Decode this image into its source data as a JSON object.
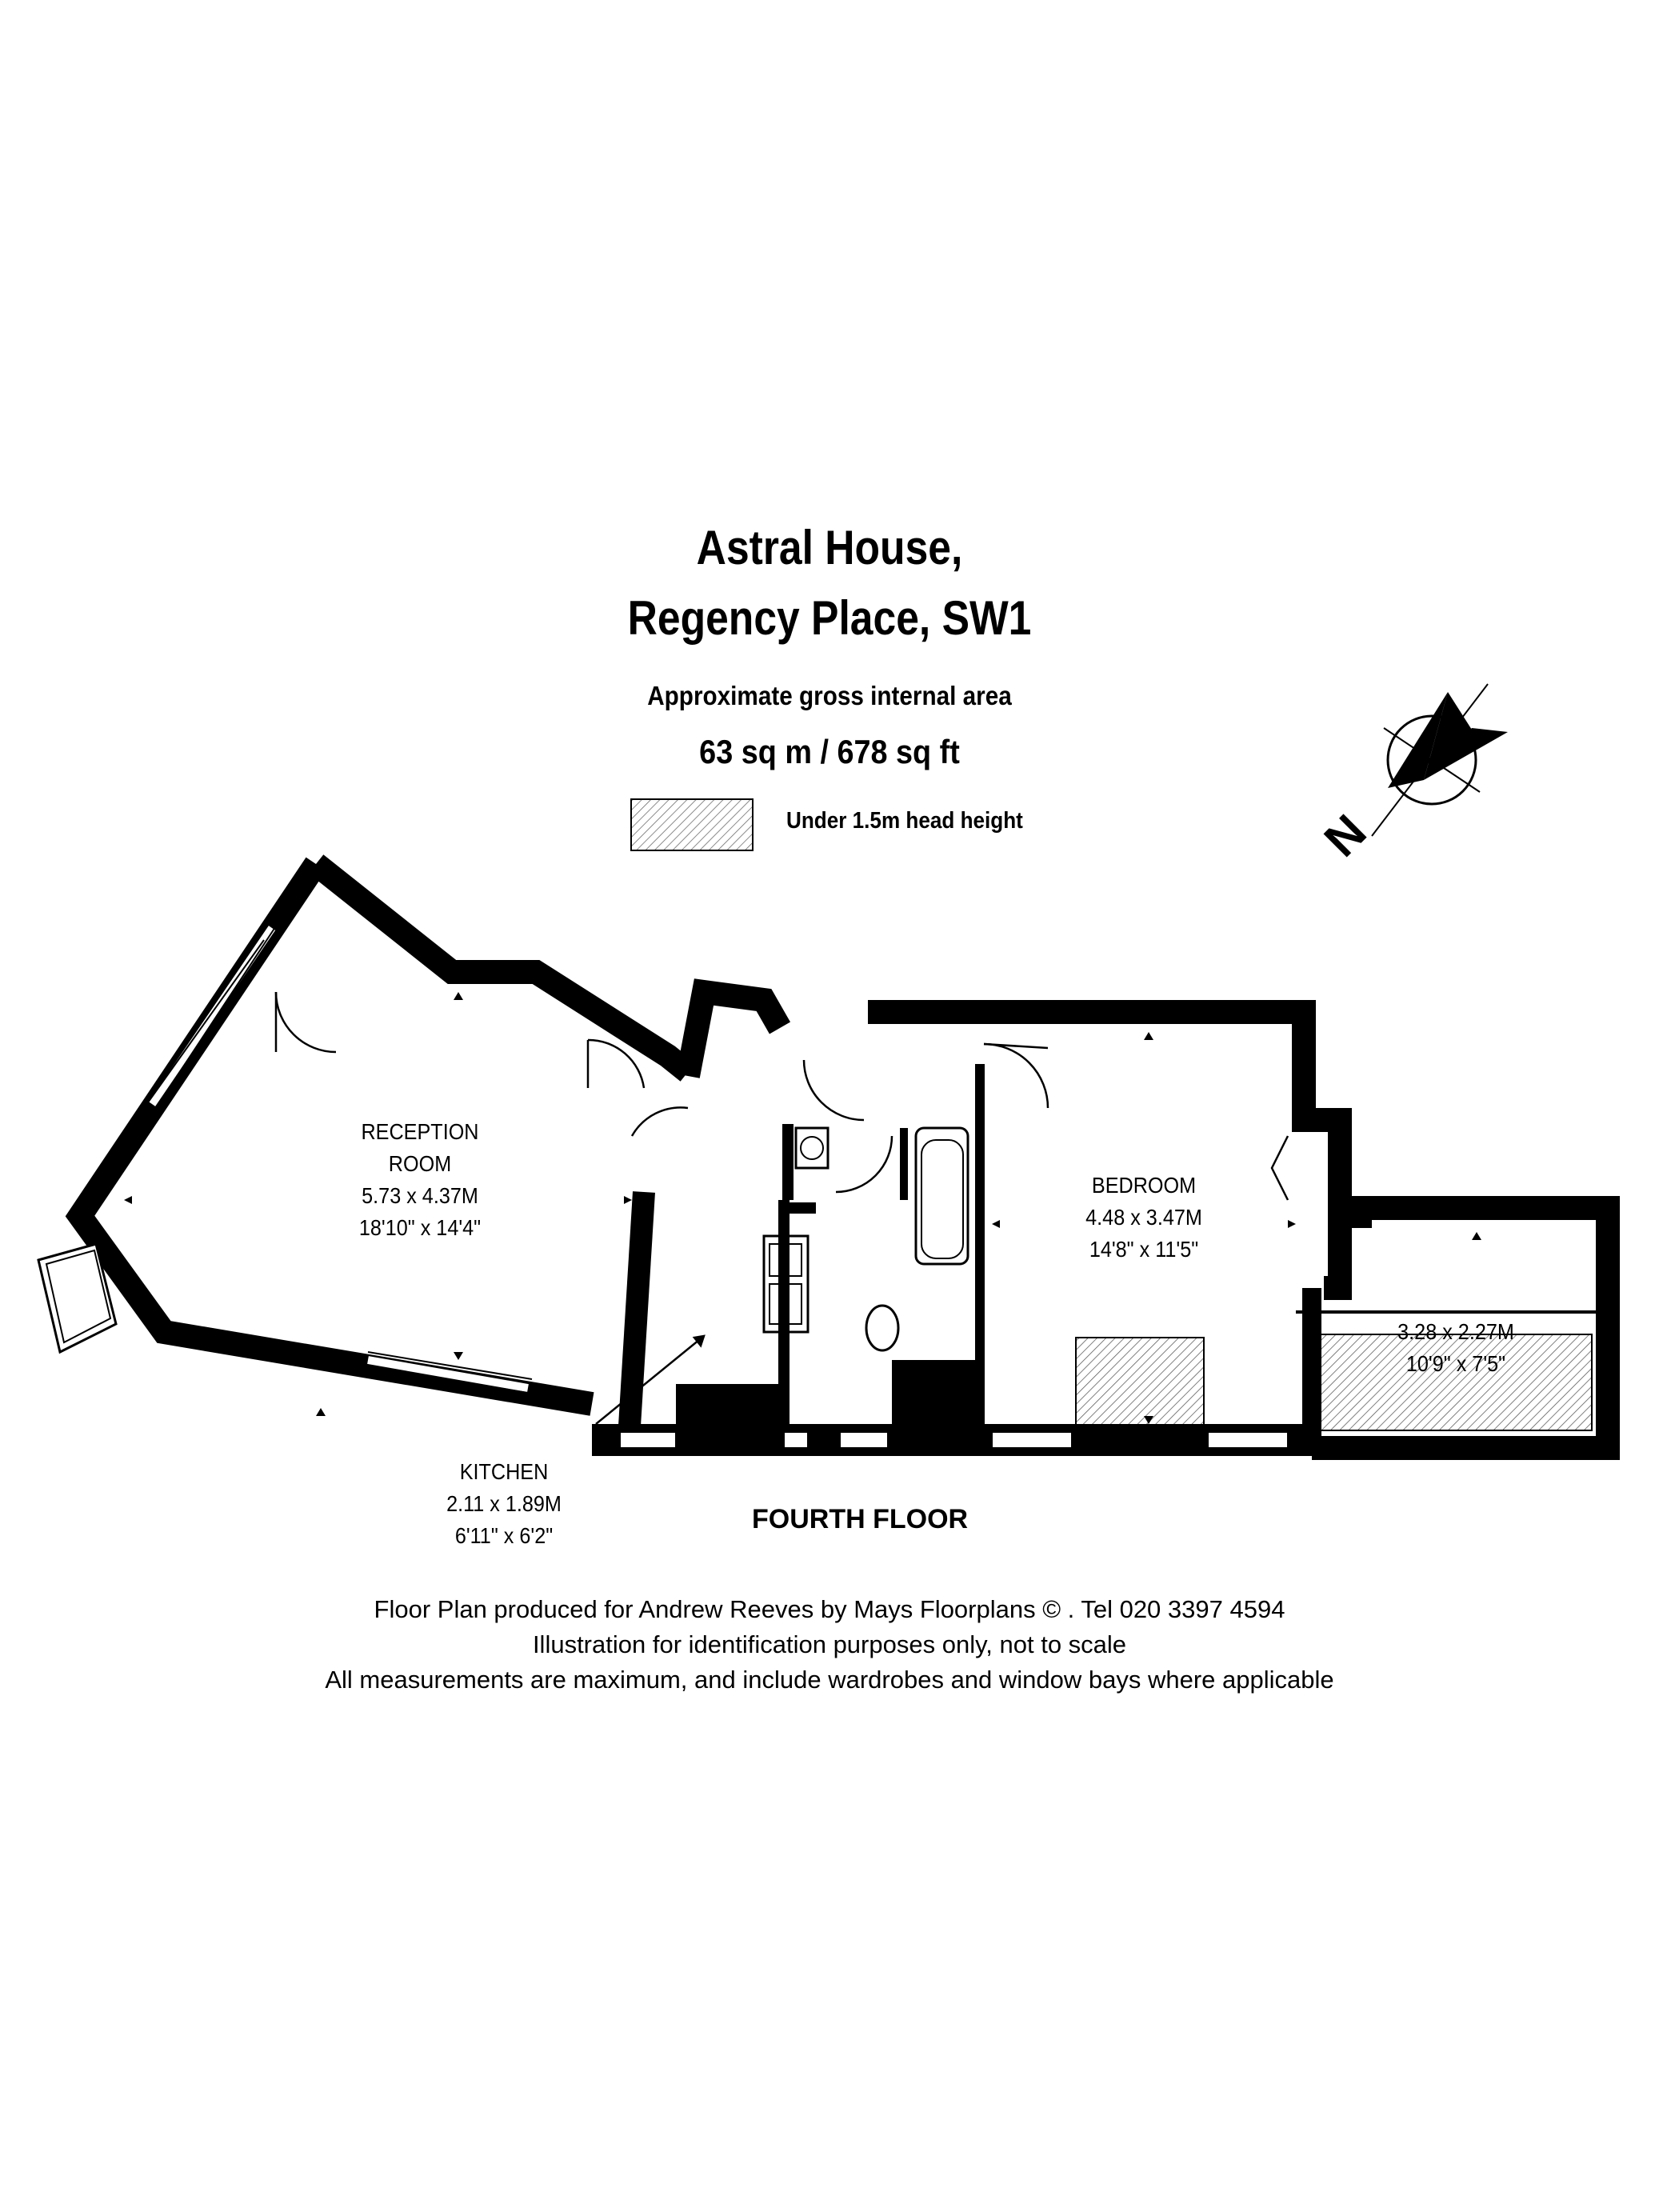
{
  "header": {
    "title_line1": "Astral House,",
    "title_line2": "Regency Place, SW1",
    "area_caption": "Approximate gross internal area",
    "area_value": "63 sq m  /  678 sq ft"
  },
  "legend": {
    "label": "Under 1.5m head height"
  },
  "compass": {
    "north_letter": "N"
  },
  "rooms": {
    "reception": {
      "name_line1": "RECEPTION",
      "name_line2": "ROOM",
      "metric": "5.73 x 4.37M",
      "imperial": "18'10\" x 14'4\""
    },
    "bedroom": {
      "name": "BEDROOM",
      "metric": "4.48 x 3.47M",
      "imperial": "14'8\" x 11'5\""
    },
    "eaves": {
      "metric": "3.28 x 2.27M",
      "imperial": "10'9\" x 7'5\""
    },
    "kitchen": {
      "name": "KITCHEN",
      "metric": "2.11 x 1.89M",
      "imperial": "6'11\" x 6'2\""
    }
  },
  "floor_label": "FOURTH FLOOR",
  "footer": {
    "line1": "Floor Plan produced for Andrew Reeves by Mays Floorplans  © . Tel 020 3397 4594",
    "line2": "Illustration for identification purposes only, not to scale",
    "line3": "All measurements are maximum, and include wardrobes and window bays where applicable"
  }
}
